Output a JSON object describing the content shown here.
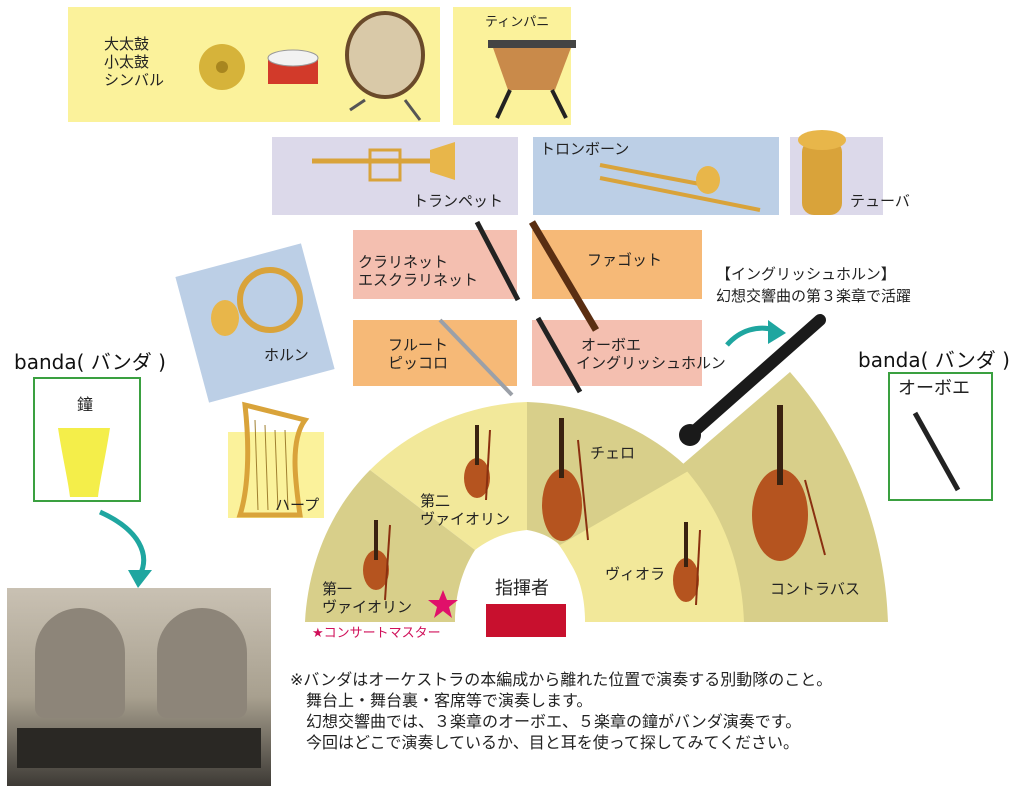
{
  "percussion": {
    "lines": [
      "大太鼓",
      "小太鼓",
      "シンバル"
    ]
  },
  "timpani": {
    "label": "ティンパニ"
  },
  "trumpet": {
    "label": "トランペット"
  },
  "trombone": {
    "label": "トロンボーン"
  },
  "tuba": {
    "label": "テューバ"
  },
  "clarinet": {
    "lines": [
      "クラリネット",
      "エスクラリネット"
    ]
  },
  "fagotto": {
    "label": "ファゴット"
  },
  "horn": {
    "label": "ホルン"
  },
  "flute": {
    "lines": [
      "フルート",
      "ピッコロ"
    ]
  },
  "oboe": {
    "lines": [
      "オーボエ",
      "イングリッシュホルン"
    ]
  },
  "english_horn_note": {
    "lines": [
      "【イングリッシュホルン】",
      "幻想交響曲の第３楽章で活躍"
    ]
  },
  "harp": {
    "label": "ハープ"
  },
  "strings": {
    "second_violin": [
      "第二",
      "ヴァイオリン"
    ],
    "first_violin": [
      "第一",
      "ヴァイオリン"
    ],
    "cello": "チェロ",
    "viola": "ヴィオラ",
    "contrabass": "コントラバス"
  },
  "conductor": {
    "label": "指揮者"
  },
  "concertmaster": {
    "label": "★コンサートマスター"
  },
  "banda_left": {
    "title": "banda( バンダ )",
    "instrument": "鐘"
  },
  "banda_right": {
    "title": "banda( バンダ )",
    "instrument": "オーボエ"
  },
  "note": {
    "lines": [
      "※バンダはオーケストラの本編成から離れた位置で演奏する別動隊のこと。",
      "　舞台上・舞台裏・客席等で演奏します。",
      "　幻想交響曲では、３楽章のオーボエ、５楽章の鐘がバンダ演奏です。",
      "　今回はどこで演奏しているか、目と耳を使って探してみてください。"
    ]
  },
  "colors": {
    "yellow": "#fbf29b",
    "lavender": "#dcd9ea",
    "blue": "#bccfe6",
    "pink": "#f4bfb0",
    "orange": "#f6b977",
    "stage_light": "#f2e89a",
    "stage_dark": "#d8cf8a",
    "conductor_red": "#c8102e",
    "green": "#3aa040"
  }
}
